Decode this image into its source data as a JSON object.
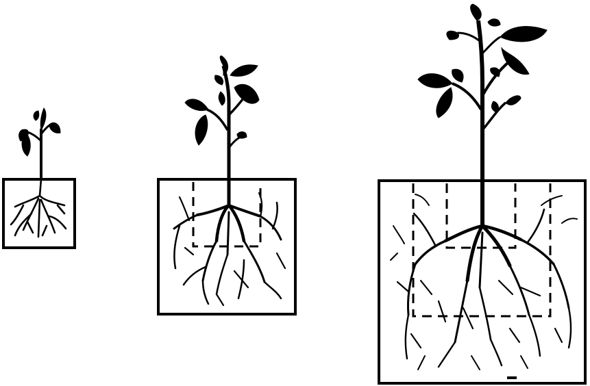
{
  "figure": {
    "background": "#ffffff",
    "ink": "#000000",
    "stages": [
      {
        "id": "small",
        "inner_guide_boxes": 0
      },
      {
        "id": "medium",
        "inner_guide_boxes": 1
      },
      {
        "id": "large",
        "inner_guide_boxes": 2
      }
    ]
  }
}
